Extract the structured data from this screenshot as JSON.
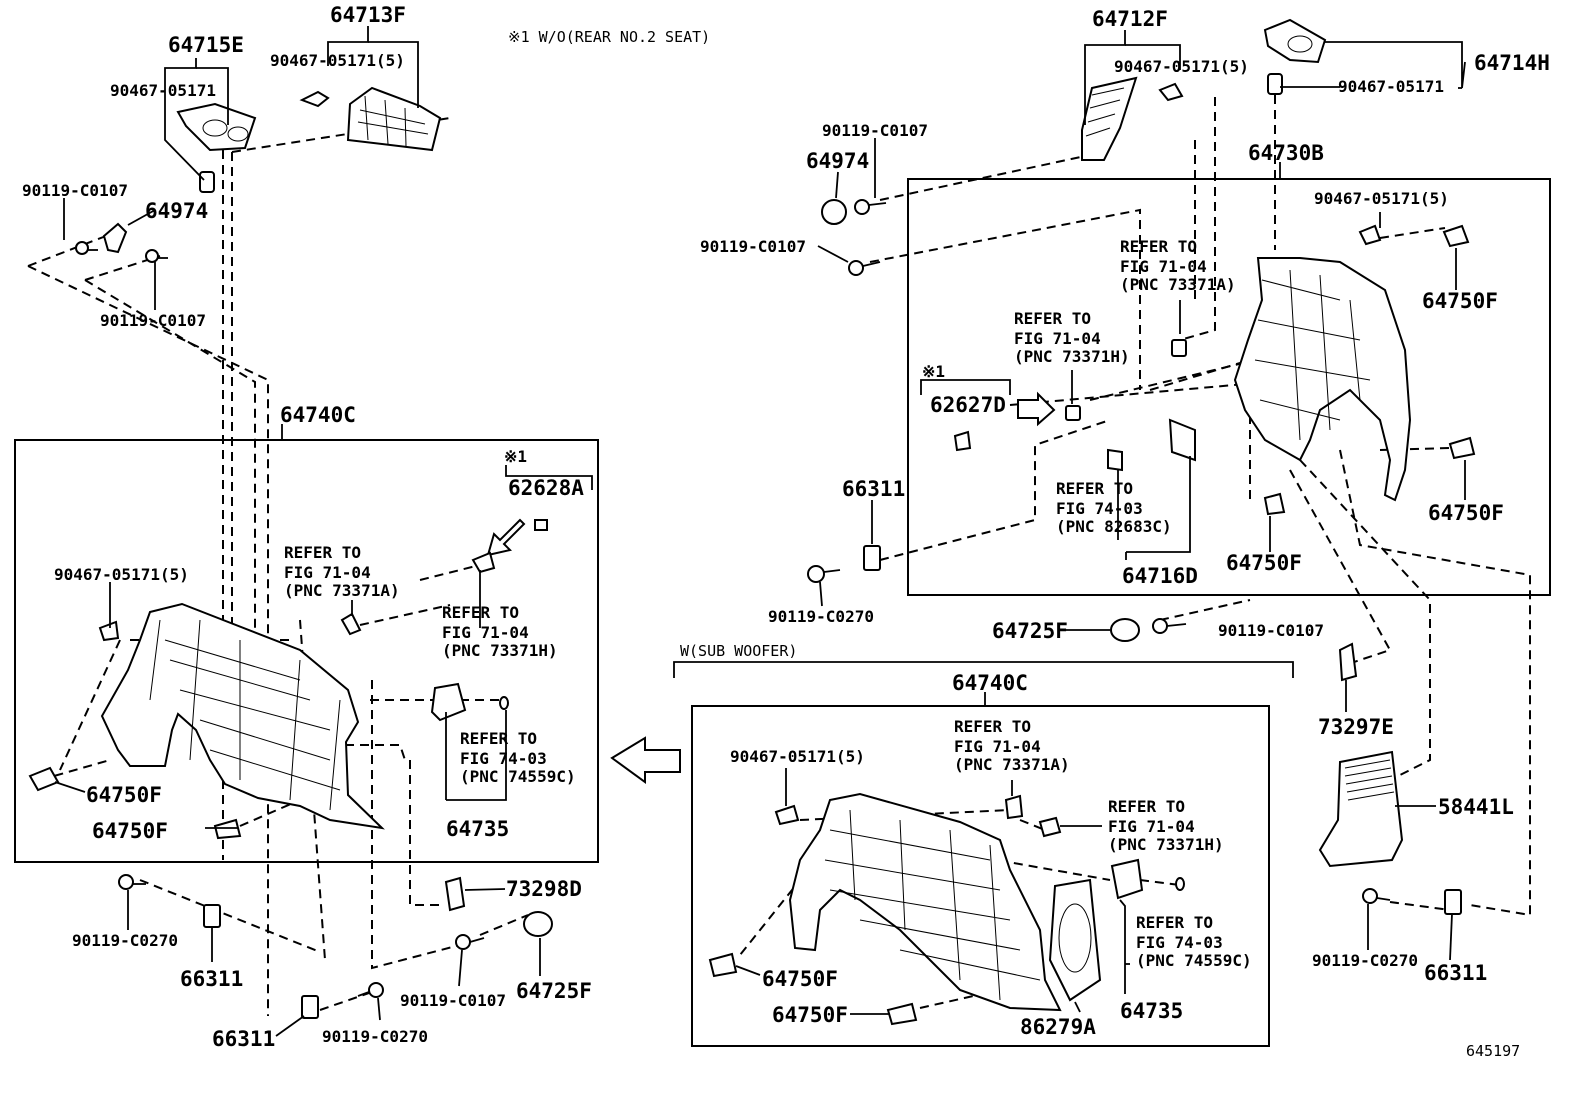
{
  "note": "※1 W/O(REAR NO.2 SEAT)",
  "sub_woofer_label": "W(SUB WOOFER)",
  "diagram_code": "645197",
  "parts": {
    "p64713F": "64713F",
    "p64715E": "64715E",
    "p64712F": "64712F",
    "p64714H": "64714H",
    "p64730B": "64730B",
    "p64740C_a": "64740C",
    "p64740C_b": "64740C",
    "p62628A": "62628A",
    "p62627D": "62627D",
    "p64974_a": "64974",
    "p64974_b": "64974",
    "p66311_a": "66311",
    "p66311_b": "66311",
    "p66311_c": "66311",
    "p66311_d": "66311",
    "p64750F_a": "64750F",
    "p64750F_b": "64750F",
    "p64750F_c": "64750F",
    "p64750F_d": "64750F",
    "p64750F_e": "64750F",
    "p64750F_f": "64750F",
    "p64750F_g": "64750F",
    "p64735_a": "64735",
    "p64735_b": "64735",
    "p73298D": "73298D",
    "p64725F_a": "64725F",
    "p64725F_b": "64725F",
    "p64716D": "64716D",
    "p73297E": "73297E",
    "p58441L": "58441L",
    "p86279A": "86279A"
  },
  "fasteners": {
    "f1": "90467-05171(5)",
    "f2": "90467-05171",
    "f3": "90119-C0107",
    "f4": "90119-C0107",
    "f5": "90467-05171(5)",
    "f6": "90467-05171",
    "f7": "90119-C0107",
    "f8": "90119-C0107",
    "f9": "90467-05171(5)",
    "f10": "90119-C0270",
    "f11": "90119-C0107",
    "f12": "90467-05171(5)",
    "f13": "90119-C0270",
    "f14": "90119-C0107",
    "f15": "90119-C0270",
    "f16": "90467-05171(5)",
    "f17": "90119-C0270"
  },
  "refs": {
    "r1": [
      "REFER TO",
      "FIG 71-04",
      "(PNC 73371A)"
    ],
    "r2": [
      "REFER TO",
      "FIG 71-04",
      "(PNC 73371H)"
    ],
    "r3": [
      "REFER TO",
      "FIG 74-03",
      "(PNC 82683C)"
    ],
    "r4": [
      "REFER TO",
      "FIG 71-04",
      "(PNC 73371A)"
    ],
    "r5": [
      "REFER TO",
      "FIG 71-04",
      "(PNC 73371H)"
    ],
    "r6": [
      "REFER TO",
      "FIG 74-03",
      "(PNC 74559C)"
    ],
    "r7": [
      "REFER TO",
      "FIG 71-04",
      "(PNC 73371A)"
    ],
    "r8": [
      "REFER TO",
      "FIG 71-04",
      "(PNC 73371H)"
    ],
    "r9": [
      "REFER TO",
      "FIG 74-03",
      "(PNC 74559C)"
    ]
  },
  "marks": {
    "m1": "※1",
    "m2": "※1"
  }
}
